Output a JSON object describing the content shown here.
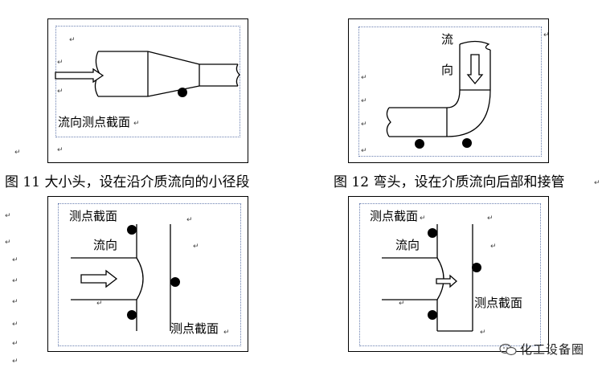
{
  "figures": [
    {
      "caption": "图 11   大小头，设在沿介质流向的小径段",
      "labels": [
        "流向测点截面"
      ]
    },
    {
      "caption": "图 12   弯头，设在介质流向后部和接管",
      "labels": [
        "流",
        "向"
      ]
    },
    {
      "caption": "",
      "labels": [
        "测点截面",
        "流向",
        "测点截面"
      ]
    },
    {
      "caption": "",
      "labels": [
        "测点截面",
        "流向",
        "测点截面"
      ]
    }
  ],
  "paragraph_mark": "↵",
  "watermark": "化工设备圈"
}
